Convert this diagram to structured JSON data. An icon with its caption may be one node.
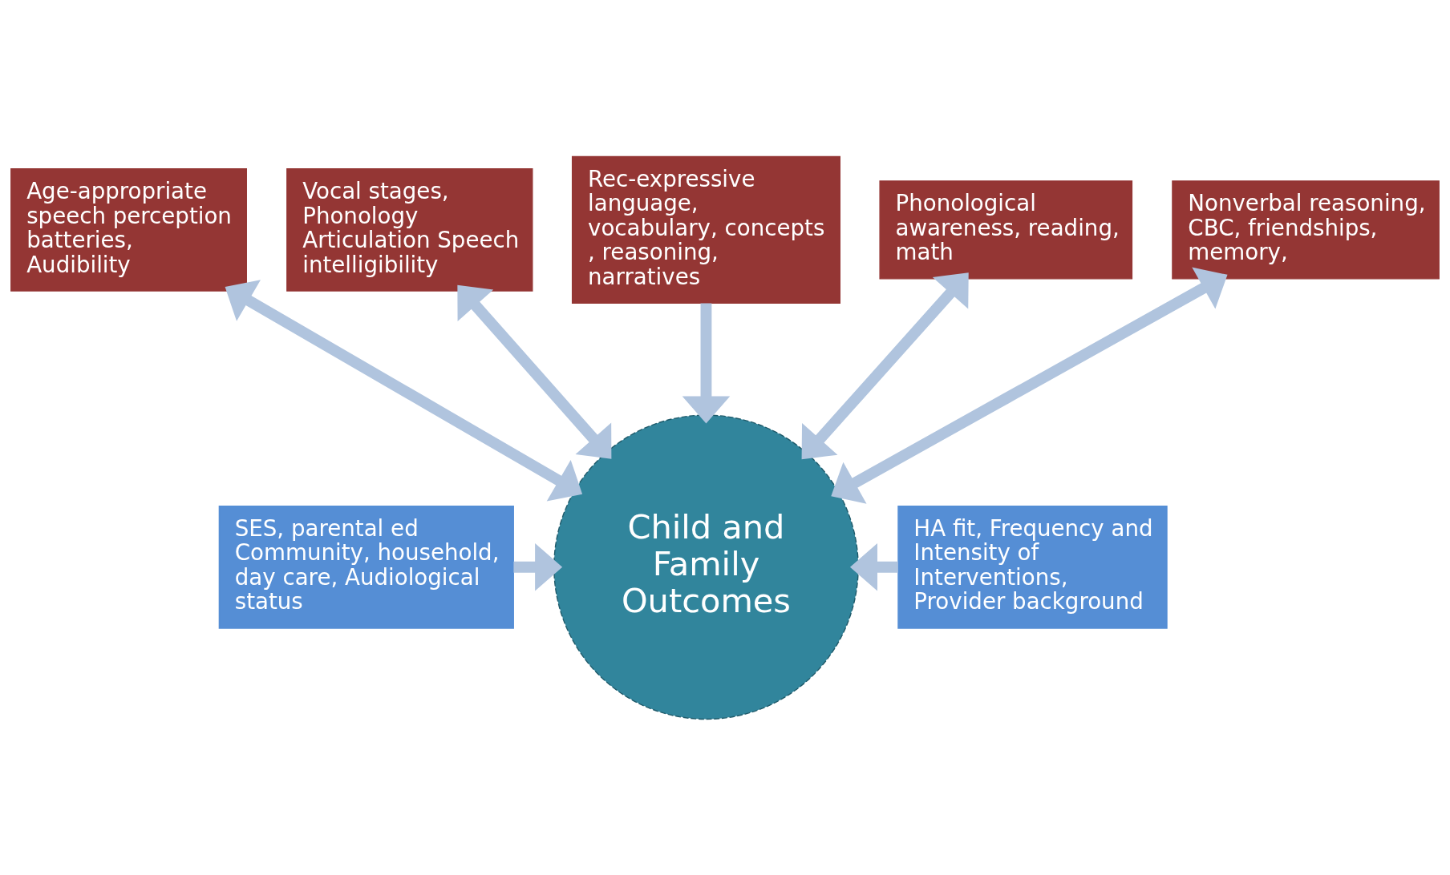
{
  "diagram": {
    "nodes": [
      {
        "text": [
          "Vocal stages, Phonology Articulation Speech intelligibility"
        ]
      },
      {
        "text": [
          "Rec-expressive language, vocabulary, concepts , reasoning, narratives"
        ]
      },
      {
        "text": [
          "Phonological awareness, reading, math"
        ]
      },
      {
        "text": [
          "Age-appropriate speech perception batteries, Audibility"
        ]
      },
      {
        "text": [
          "Nonverbal reasoning, CBC, friendships, memory,"
        ]
      },
      {
        "text": [
          "SES, parental ed Community, household, day care, Audiological status"
        ]
      },
      {
        "text": [
          "Child and Family Outcomes"
        ]
      },
      {
        "text": [
          "HA fit, Frequency and Intensity of Interventions, Provider background"
        ]
      }
    ],
    "edges": [
      {
        "from": 0,
        "to": 6,
        "arrow": "both"
      },
      {
        "from": 1,
        "to": 6,
        "arrow": "to"
      },
      {
        "from": 2,
        "to": 6,
        "arrow": "both"
      },
      {
        "from": 3,
        "to": 6,
        "arrow": "both"
      },
      {
        "from": 4,
        "to": 6,
        "arrow": "both"
      },
      {
        "from": 5,
        "to": 6,
        "arrow": "to"
      },
      {
        "from": 7,
        "to": 6,
        "arrow": "to"
      }
    ]
  }
}
